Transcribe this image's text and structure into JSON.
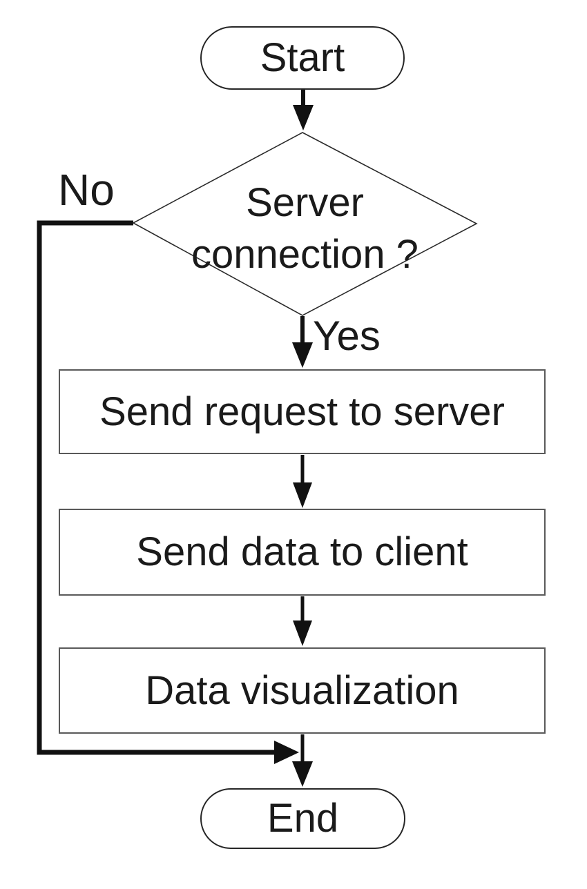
{
  "diagram": {
    "type": "flowchart",
    "background": "#ffffff",
    "colors": {
      "line": "#111111",
      "terminator_border": "#262626",
      "process_border": "#595959",
      "text": "#1a1a1a"
    },
    "nodes": {
      "start": {
        "type": "terminator",
        "label": "Start"
      },
      "decision": {
        "type": "decision",
        "label": "Server connection ?",
        "label_line1": "Server",
        "label_line2": "connection ?"
      },
      "step1": {
        "type": "process",
        "label": "Send request to server"
      },
      "step2": {
        "type": "process",
        "label": "Send data to client"
      },
      "step3": {
        "type": "process",
        "label": "Data visualization"
      },
      "end": {
        "type": "terminator",
        "label": "End"
      }
    },
    "edges": {
      "start_to_decision": {
        "from": "start",
        "to": "decision",
        "label": ""
      },
      "decision_yes": {
        "from": "decision",
        "to": "step1",
        "label": "Yes"
      },
      "decision_no": {
        "from": "decision",
        "to": "end",
        "label": "No"
      },
      "step1_to_step2": {
        "from": "step1",
        "to": "step2",
        "label": ""
      },
      "step2_to_step3": {
        "from": "step2",
        "to": "step3",
        "label": ""
      },
      "step3_to_end": {
        "from": "step3",
        "to": "end",
        "label": ""
      }
    }
  }
}
